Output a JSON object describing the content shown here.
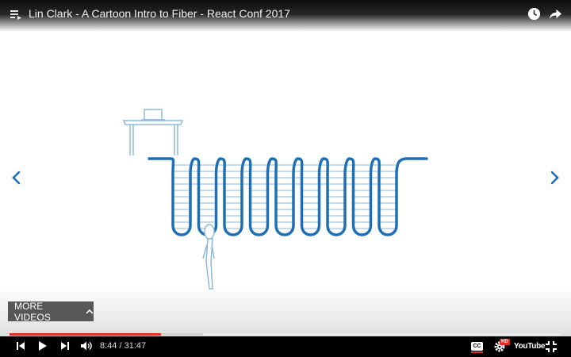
{
  "player": {
    "title": "Lin Clark - A Cartoon Intro to Fiber - React Conf 2017",
    "more_videos_label": "MORE VIDEOS",
    "current_time": "8:44",
    "time_separator": " / ",
    "duration": "31:47",
    "progress_fraction": 0.275,
    "buffered_fraction": 0.35,
    "youtube_logo_text": "YouTube",
    "hd_badge": "HD",
    "cc_label": "CC"
  },
  "colors": {
    "accent_red": "#e52d27",
    "drawing_blue": "#1f6fb5",
    "drawing_light_blue": "#8fb8dd"
  },
  "icons": {
    "playlist": "playlist-icon",
    "watch_later": "clock-icon",
    "share": "share-arrow-icon",
    "prev_video": "chevron-left-icon",
    "next_video": "chevron-right-icon",
    "skip_back": "skip-previous-icon",
    "play": "play-icon",
    "skip_next": "skip-next-icon",
    "volume": "volume-icon",
    "captions": "captions-icon",
    "settings": "gear-icon",
    "fullscreen_exit": "exit-fullscreen-icon"
  }
}
